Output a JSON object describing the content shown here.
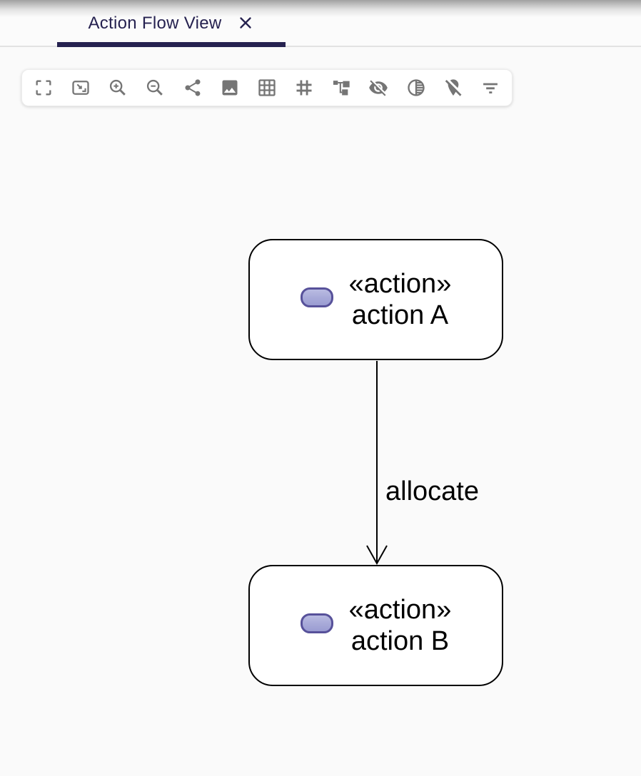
{
  "tab_bar": {
    "tabs": [
      {
        "label": "Action Flow View",
        "active": true
      }
    ]
  },
  "toolbar": {
    "buttons": [
      {
        "icon": "fullscreen-icon"
      },
      {
        "icon": "fit-to-screen-icon"
      },
      {
        "icon": "zoom-in-icon"
      },
      {
        "icon": "zoom-out-icon"
      },
      {
        "icon": "share-icon"
      },
      {
        "icon": "export-image-icon"
      },
      {
        "icon": "grid-icon"
      },
      {
        "icon": "helper-lines-icon"
      },
      {
        "icon": "arrange-all-icon"
      },
      {
        "icon": "hide-elements-icon"
      },
      {
        "icon": "fade-elements-icon"
      },
      {
        "icon": "unpin-elements-icon"
      },
      {
        "icon": "filter-elements-icon"
      }
    ]
  },
  "diagram": {
    "nodes": [
      {
        "stereotype": "«action»",
        "name": "action A",
        "icon": "action-pill-icon"
      },
      {
        "stereotype": "«action»",
        "name": "action B",
        "icon": "action-pill-icon"
      }
    ],
    "edges": [
      {
        "label": "allocate",
        "source": "action A",
        "target": "action B",
        "style": "open-arrow"
      }
    ]
  },
  "colors": {
    "accent": "#262250",
    "toolbar_icon": "#757575",
    "node_border": "#000000",
    "pill_fill": "#a7a9d8",
    "pill_border": "#57519a",
    "canvas_background": "#fafafa"
  }
}
